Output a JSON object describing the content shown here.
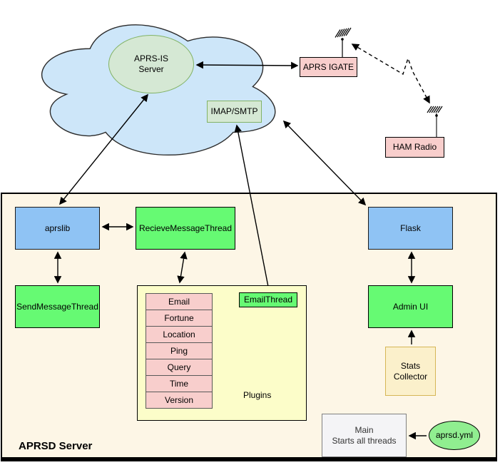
{
  "cloud": {
    "aprs_is_line1": "APRS-IS",
    "aprs_is_line2": "Server",
    "imap_smtp_label": "IMAP/SMTP"
  },
  "radio": {
    "igate_label": "APRS IGATE",
    "ham_label": "HAM Radio"
  },
  "server": {
    "container_label": "APRSD Server",
    "aprslib_label": "aprslib",
    "recieve_thread_label": "RecieveMessageThread",
    "send_thread_label": "SendMessageThread",
    "flask_label": "Flask",
    "admin_ui_label": "Admin UI",
    "email_thread_label": "EmailThread",
    "stats_line1": "Stats",
    "stats_line2": "Collector",
    "main_line1": "Main",
    "main_line2": "Starts all threads",
    "config_label": "aprsd.yml"
  },
  "plugins": {
    "label": "Plugins",
    "items": [
      "Email",
      "Fortune",
      "Location",
      "Ping",
      "Query",
      "Time",
      "Version"
    ]
  },
  "colors": {
    "cloud_fill": "#CDE6F9",
    "light_green_fill": "#D5E8D4",
    "light_green_border": "#82B366",
    "pink_fill": "#F8CECC",
    "blue_fill": "#8FC3F4",
    "green_fill": "#66FA73",
    "container_fill": "#FDF6E6",
    "plugins_fill": "#FCFDC9",
    "stats_fill": "#FBF0CB",
    "stats_border": "#D6B656",
    "main_fill": "#F4F4F6",
    "config_fill": "#90EE90",
    "line_color": "#000000"
  }
}
